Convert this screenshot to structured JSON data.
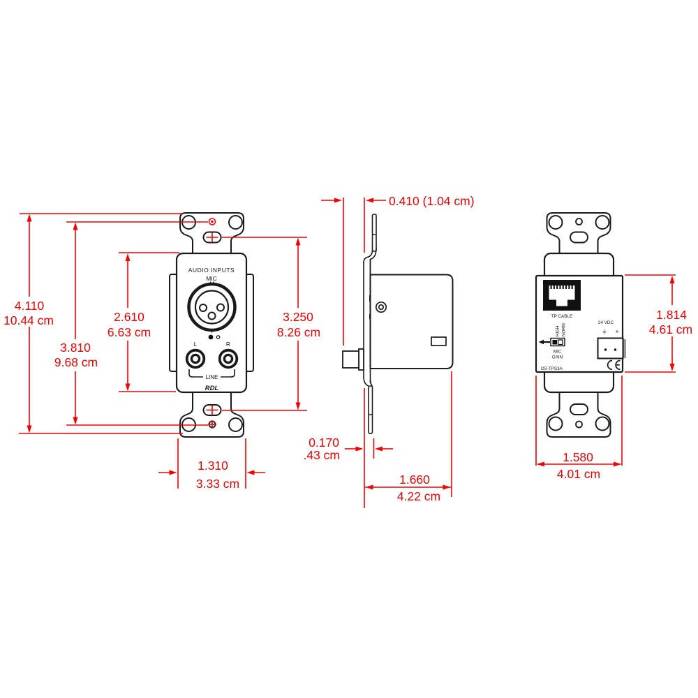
{
  "colors": {
    "dimension_red": "#f40000",
    "line_black": "#1a1a1a",
    "terminal_grey": "#9a9a9a"
  },
  "front": {
    "labels": {
      "audio_inputs": "AUDIO INPUTS",
      "mic": "MIC",
      "left": "L",
      "right": "R",
      "line": "LINE",
      "brand": "RDL"
    },
    "dims": {
      "overall_height": {
        "in": "4.110",
        "cm": "10.44 cm"
      },
      "hole_spacing": {
        "in": "3.810",
        "cm": "9.68 cm"
      },
      "plate_height": {
        "in": "2.610",
        "cm": "6.63 cm"
      },
      "slot_spacing": {
        "in": "3.250",
        "cm": "8.26 cm"
      },
      "width": {
        "in": "1.310",
        "cm": "3.33 cm"
      }
    }
  },
  "side": {
    "dims": {
      "front_protrusion": "0.410 (1.04 cm)",
      "plate_thickness": {
        "in": "0.170",
        "cm": ".43 cm"
      },
      "depth": {
        "in": "1.660",
        "cm": "4.22 cm"
      }
    }
  },
  "rear": {
    "labels": {
      "tp_cable": "TP CABLE",
      "gain_high": "HIGH",
      "gain_norm": "NORM",
      "mic": "MIC",
      "gain": "GAIN",
      "supply": "24 VDC",
      "plus": "+",
      "model": "DS-TPS3A"
    },
    "icons": {
      "ground": "⏚",
      "ce_mark": "CE"
    },
    "dims": {
      "module_height": {
        "in": "1.814",
        "cm": "4.61 cm"
      },
      "module_width": {
        "in": "1.580",
        "cm": "4.01 cm"
      }
    }
  }
}
